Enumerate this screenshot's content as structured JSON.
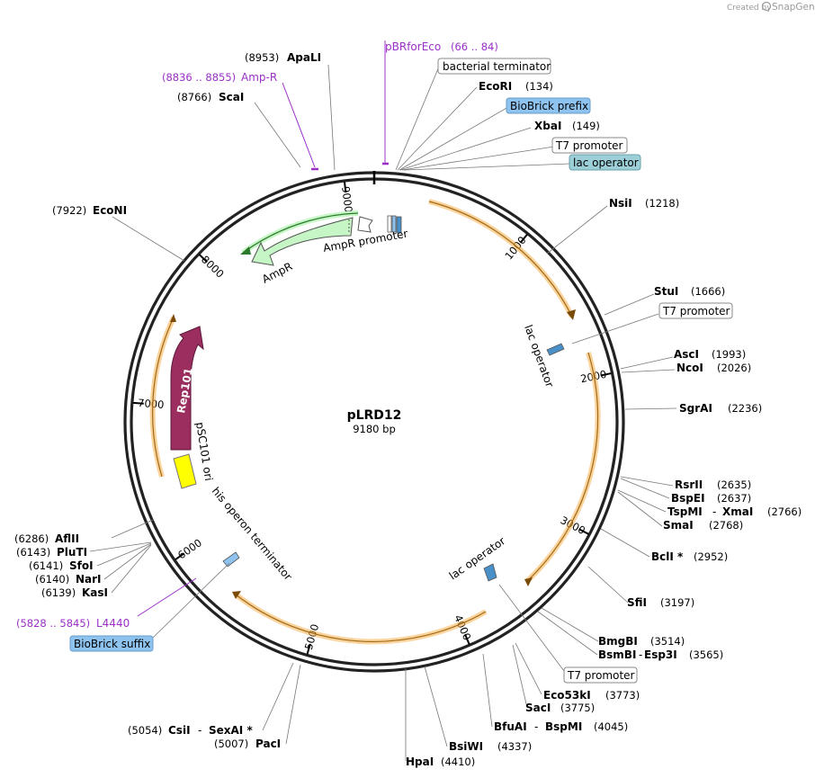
{
  "credit": {
    "prefix": "Created by",
    "brand": "SnapGene"
  },
  "plasmid": {
    "name": "pLRD12",
    "length_label": "9180 bp",
    "length": 9180
  },
  "ticks": [
    {
      "label": "1000",
      "pos": 1000
    },
    {
      "label": "2000",
      "pos": 2000
    },
    {
      "label": "3000",
      "pos": 3000
    },
    {
      "label": "4000",
      "pos": 4000
    },
    {
      "label": "5000",
      "pos": 5000
    },
    {
      "label": "6000",
      "pos": 6000
    },
    {
      "label": "7000",
      "pos": 7000
    },
    {
      "label": "8000",
      "pos": 8000
    },
    {
      "label": "9000",
      "pos": 9000
    }
  ],
  "enzymes": [
    {
      "name": "ApaLI",
      "pos": "(8953)",
      "bp": 8953
    },
    {
      "name": "ScaI",
      "pos": "(8766)",
      "bp": 8766
    },
    {
      "name": "EcoRI",
      "pos": "(134)",
      "bp": 134
    },
    {
      "name": "XbaI",
      "pos": "(149)",
      "bp": 149
    },
    {
      "name": "NsiI",
      "pos": "(1218)",
      "bp": 1218
    },
    {
      "name": "EcoNI",
      "pos": "(7922)",
      "bp": 7922
    },
    {
      "name": "StuI",
      "pos": "(1666)",
      "bp": 1666
    },
    {
      "name": "AscI",
      "pos": "(1993)",
      "bp": 1993
    },
    {
      "name": "NcoI",
      "pos": "(2026)",
      "bp": 2026
    },
    {
      "name": "SgrAI",
      "pos": "(2236)",
      "bp": 2236
    },
    {
      "name": "RsrII",
      "pos": "(2635)",
      "bp": 2635
    },
    {
      "name": "BspEI",
      "pos": "(2637)",
      "bp": 2637
    },
    {
      "name": "TspMI",
      "name2": "XmaI",
      "pos": "(2766)",
      "bp": 2766
    },
    {
      "name": "SmaI",
      "pos": "(2768)",
      "bp": 2768
    },
    {
      "name": "BclI *",
      "pos": "(2952)",
      "bp": 2952
    },
    {
      "name": "SfiI",
      "pos": "(3197)",
      "bp": 3197
    },
    {
      "name": "BmgBI",
      "pos": "(3514)",
      "bp": 3514
    },
    {
      "name": "BsmBI",
      "name2": "Esp3I",
      "pos": "(3565)",
      "bp": 3565
    },
    {
      "name": "Eco53kI",
      "pos": "(3773)",
      "bp": 3773
    },
    {
      "name": "SacI",
      "pos": "(3775)",
      "bp": 3775
    },
    {
      "name": "BfuAI",
      "name2": "BspMI",
      "pos": "(4045)",
      "bp": 4045
    },
    {
      "name": "BsiWI",
      "pos": "(4337)",
      "bp": 4337
    },
    {
      "name": "HpaI",
      "pos": "(4410)",
      "bp": 4410
    },
    {
      "name": "PacI",
      "pos": "(5007)",
      "bp": 5007
    },
    {
      "name": "CsiI",
      "name2": "SexAI *",
      "pos": "(5054)",
      "bp": 5054
    },
    {
      "name": "AflII",
      "pos": "(6286)",
      "bp": 6286
    },
    {
      "name": "PluTI",
      "pos": "(6143)",
      "bp": 6143
    },
    {
      "name": "SfoI",
      "pos": "(6141)",
      "bp": 6141
    },
    {
      "name": "NarI",
      "pos": "(6140)",
      "bp": 6140
    },
    {
      "name": "KasI",
      "pos": "(6139)",
      "bp": 6139
    }
  ],
  "primers": [
    {
      "name": "pBRforEco",
      "range": "(66 .. 84)"
    },
    {
      "name": "Amp-R",
      "range": "(8836 .. 8855)"
    },
    {
      "name": "L4440",
      "range": "(5828 .. 5845)"
    }
  ],
  "boxed_features": [
    {
      "name": "bacterial terminator",
      "style": "white"
    },
    {
      "name": "BioBrick prefix",
      "style": "blue"
    },
    {
      "name": "T7 promoter",
      "style": "white"
    },
    {
      "name": "lac operator",
      "style": "teal"
    },
    {
      "name": "T7 promoter",
      "style": "white"
    },
    {
      "name": "T7 promoter",
      "style": "white"
    },
    {
      "name": "BioBrick suffix",
      "style": "blue"
    }
  ],
  "inner_features": [
    {
      "name": "AmpR promoter"
    },
    {
      "name": "AmpR"
    },
    {
      "name": "lac operator"
    },
    {
      "name": "lac operator"
    },
    {
      "name": "Rep101"
    },
    {
      "name": "pSC101 ori"
    },
    {
      "name": "his operon terminator"
    }
  ],
  "colors": {
    "backbone": "#222222",
    "orange_arc": "#f5b04a",
    "ampr_fill": "#c6f5c6",
    "ampr_stroke": "#555555",
    "rep101": "#9b2d5f",
    "ori": "#ffff00",
    "primer": "#9b30c8",
    "box_blue": "#8ec3ef",
    "box_teal": "#9ccfd8",
    "operator": "#4a90c8"
  }
}
